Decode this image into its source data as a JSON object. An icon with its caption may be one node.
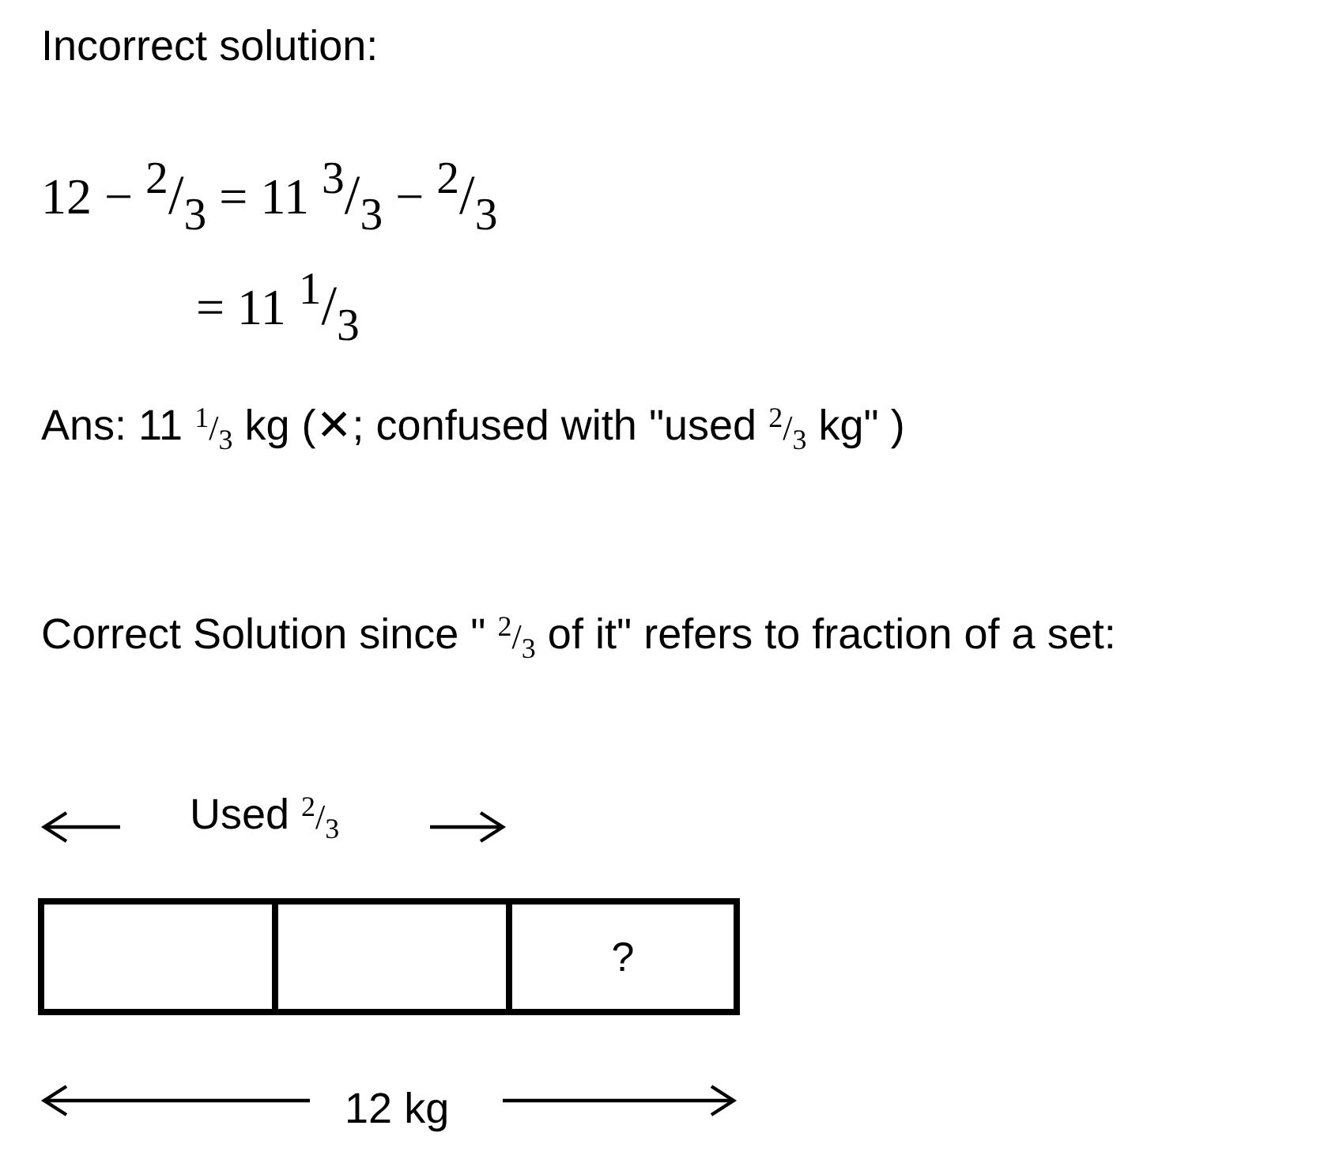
{
  "diagram": {
    "nodes": [
      {
        "text": [],
        "shape": "box"
      },
      {
        "text": [],
        "shape": "box"
      },
      {
        "text": [
          "?"
        ]
      }
    ],
    "labels": [
      "Incorrect solution:",
      "12 − 2/3 = 11 3/3 − 2/3",
      "= 11 1/3",
      "Ans: 11 1/3 kg (✕; confused with \"used 2/3 kg\" )",
      "Correct Solution since \" 2/3 of it\" refers to fraction of a set:",
      "Used 2/3",
      "12 kg"
    ]
  }
}
